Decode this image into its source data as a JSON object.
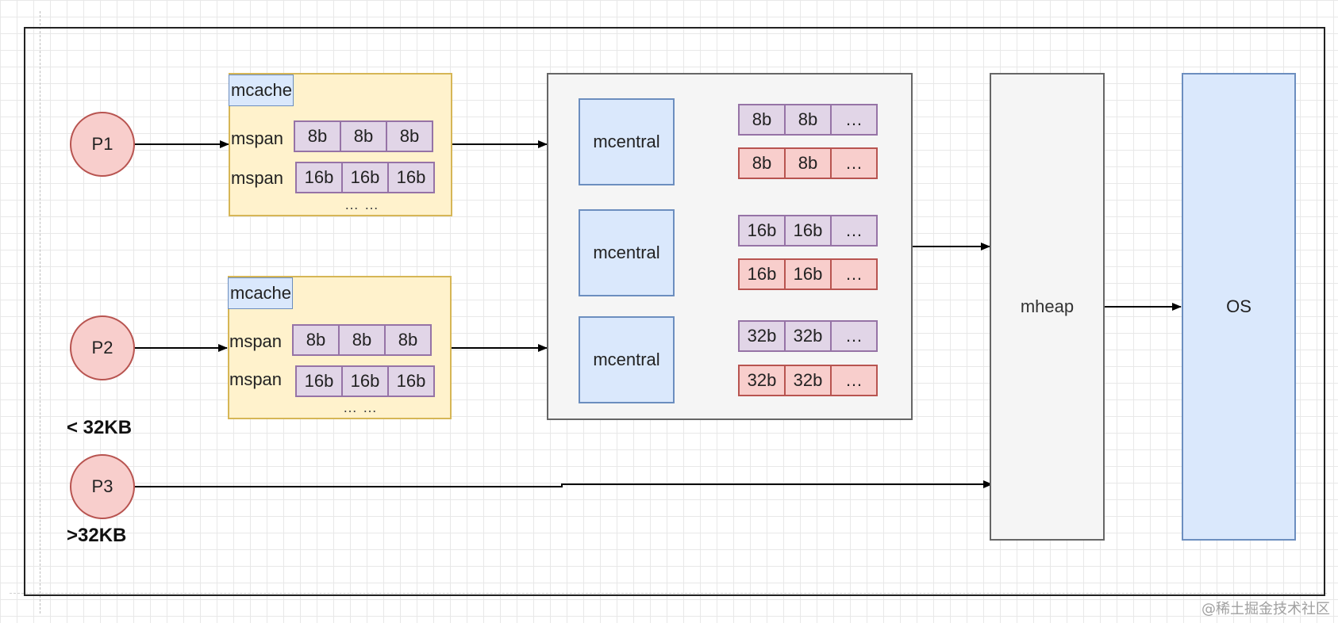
{
  "processors": [
    {
      "label": "P1"
    },
    {
      "label": "P2"
    },
    {
      "label": "P3"
    }
  ],
  "mcaches": [
    {
      "title": "mcache",
      "spans": [
        {
          "label": "mspan",
          "cells": [
            "8b",
            "8b",
            "8b"
          ]
        },
        {
          "label": "mspan",
          "cells": [
            "16b",
            "16b",
            "16b"
          ]
        }
      ],
      "ellipsis": "…   …"
    },
    {
      "title": "mcache",
      "spans": [
        {
          "label": "mspan",
          "cells": [
            "8b",
            "8b",
            "8b"
          ]
        },
        {
          "label": "mspan",
          "cells": [
            "16b",
            "16b",
            "16b"
          ]
        }
      ],
      "ellipsis": "…   …"
    }
  ],
  "mcentrals": [
    {
      "label": "mcentral",
      "lists": [
        {
          "cells": [
            "8b",
            "8b",
            "…"
          ],
          "color": "purple"
        },
        {
          "cells": [
            "8b",
            "8b",
            "…"
          ],
          "color": "red"
        }
      ]
    },
    {
      "label": "mcentral",
      "lists": [
        {
          "cells": [
            "16b",
            "16b",
            "…"
          ],
          "color": "purple"
        },
        {
          "cells": [
            "16b",
            "16b",
            "…"
          ],
          "color": "red"
        }
      ]
    },
    {
      "label": "mcentral",
      "lists": [
        {
          "cells": [
            "32b",
            "32b",
            "…"
          ],
          "color": "purple"
        },
        {
          "cells": [
            "32b",
            "32b",
            "…"
          ],
          "color": "red"
        }
      ]
    }
  ],
  "mheap": {
    "label": "mheap"
  },
  "os": {
    "label": "OS"
  },
  "size_labels": {
    "small": "< 32KB",
    "large": ">32KB"
  },
  "watermark": "@稀土掘金技术社区",
  "colors": {
    "processor_fill": "#f8cecc",
    "mcache_fill": "#fff2cc",
    "mcentral_fill": "#dae8fc",
    "span_purple": "#e1d5e7",
    "span_red": "#f8cecc",
    "os_fill": "#dae8fc",
    "mheap_fill": "#f5f5f5"
  }
}
